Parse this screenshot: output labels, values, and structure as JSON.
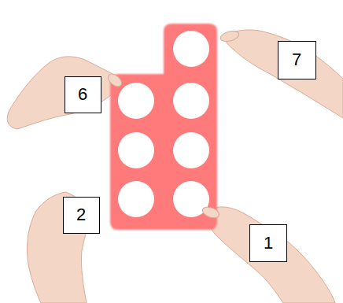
{
  "diagram": {
    "nodes": [
      {
        "text": [
          "7"
        ]
      },
      {
        "text": [
          "6"
        ]
      },
      {
        "text": [
          "2"
        ]
      },
      {
        "text": [
          "1"
        ]
      }
    ]
  }
}
